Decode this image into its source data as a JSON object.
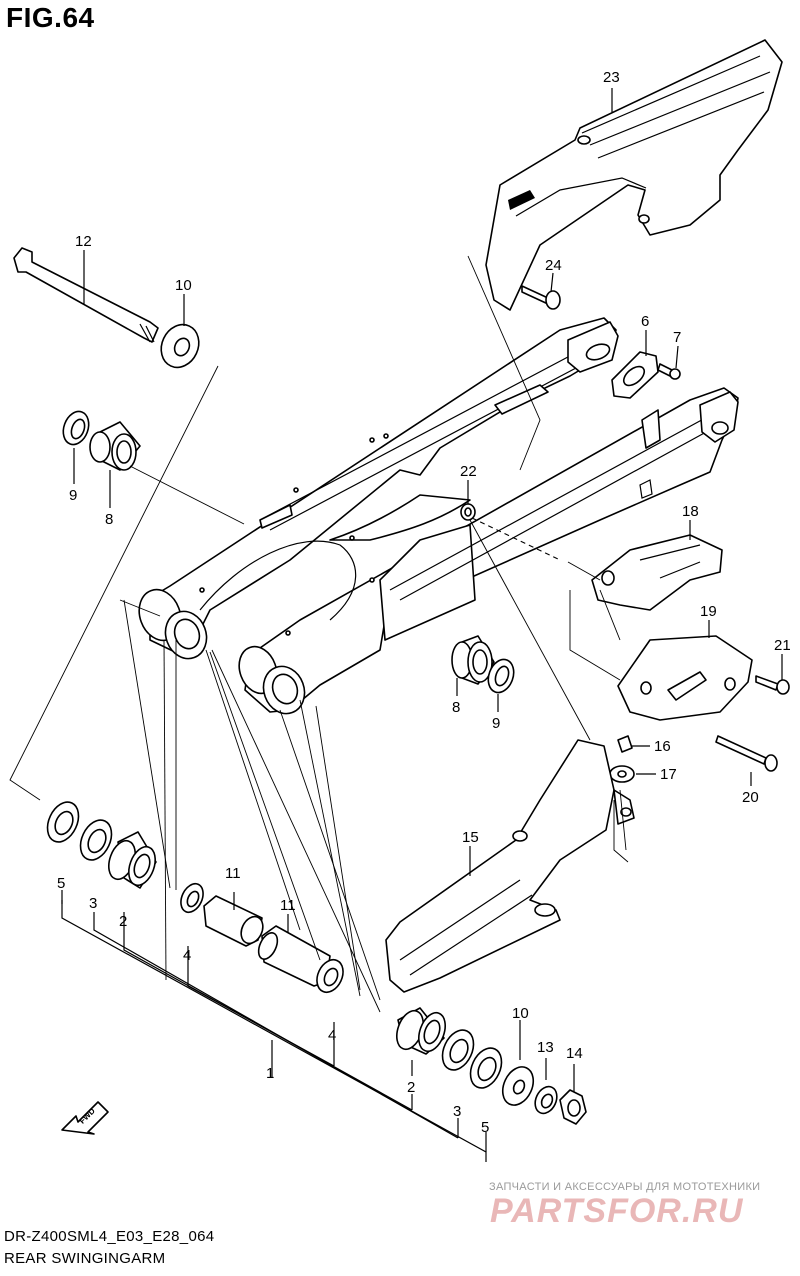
{
  "figure": {
    "title": "FIG.64",
    "model_code": "DR-Z400SML4_E03_E28_064",
    "name": "REAR SWINGINGARM"
  },
  "callouts": [
    {
      "id": "c23",
      "text": "23"
    },
    {
      "id": "c24",
      "text": "24"
    },
    {
      "id": "c12",
      "text": "12"
    },
    {
      "id": "c10a",
      "text": "10"
    },
    {
      "id": "c6",
      "text": "6"
    },
    {
      "id": "c7",
      "text": "7"
    },
    {
      "id": "c9a",
      "text": "9"
    },
    {
      "id": "c8a",
      "text": "8"
    },
    {
      "id": "c22",
      "text": "22"
    },
    {
      "id": "c18",
      "text": "18"
    },
    {
      "id": "c19",
      "text": "19"
    },
    {
      "id": "c21",
      "text": "21"
    },
    {
      "id": "c8b",
      "text": "8"
    },
    {
      "id": "c9b",
      "text": "9"
    },
    {
      "id": "c16",
      "text": "16"
    },
    {
      "id": "c17",
      "text": "17"
    },
    {
      "id": "c20",
      "text": "20"
    },
    {
      "id": "c15",
      "text": "15"
    },
    {
      "id": "c5a",
      "text": "5"
    },
    {
      "id": "c3a",
      "text": "3"
    },
    {
      "id": "c2a",
      "text": "2"
    },
    {
      "id": "c4a",
      "text": "4"
    },
    {
      "id": "c11a",
      "text": "11"
    },
    {
      "id": "c11b",
      "text": "11"
    },
    {
      "id": "c4b",
      "text": "4"
    },
    {
      "id": "c1",
      "text": "1"
    },
    {
      "id": "c10b",
      "text": "10"
    },
    {
      "id": "c13",
      "text": "13"
    },
    {
      "id": "c14",
      "text": "14"
    },
    {
      "id": "c2b",
      "text": "2"
    },
    {
      "id": "c3b",
      "text": "3"
    },
    {
      "id": "c5b",
      "text": "5"
    }
  ],
  "fwd_arrow_label": "FWD",
  "watermark": {
    "tagline": "ЗАПЧАСТИ И АКСЕССУАРЫ ДЛЯ МОТОТЕХНИКИ",
    "logo": "PARTSFOR.RU"
  }
}
